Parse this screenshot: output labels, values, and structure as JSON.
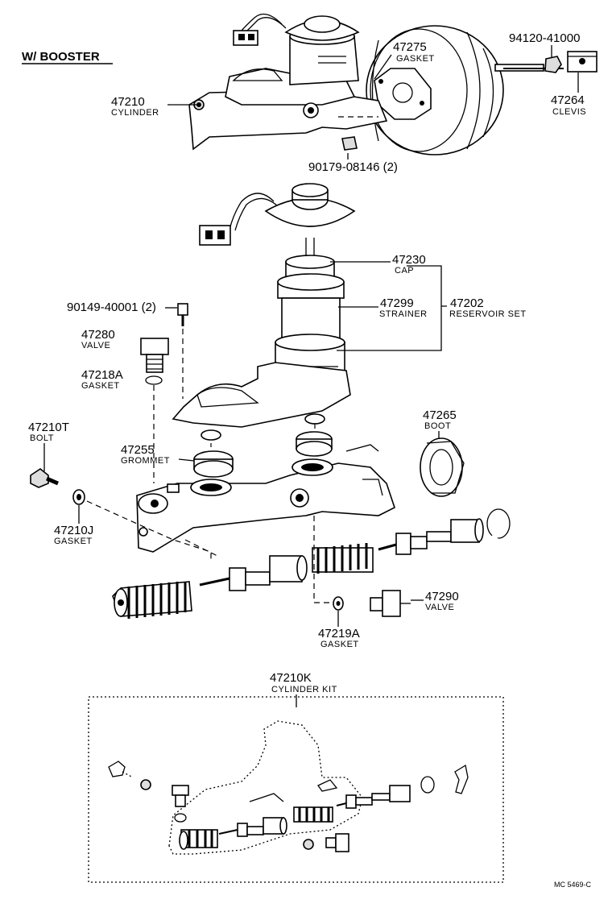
{
  "header": {
    "booster_label": "W/ BOOSTER"
  },
  "top": {
    "cylinder": {
      "number": "47210",
      "name": "CYLINDER"
    },
    "gasket": {
      "number": "47275",
      "name": "GASKET"
    },
    "nut": {
      "number": "94120-41000"
    },
    "clevis": {
      "number": "47264",
      "name": "CLEVIS"
    },
    "nut2": {
      "number": "90179-08146 (2)"
    }
  },
  "middle": {
    "cap": {
      "number": "47230",
      "name": "CAP"
    },
    "strainer": {
      "number": "47299",
      "name": "STRAINER"
    },
    "reservoir": {
      "number": "47202",
      "name": "RESERVOIR SET"
    },
    "screw": {
      "number": "90149-40001 (2)"
    },
    "valve1": {
      "number": "47280",
      "name": "VALVE"
    },
    "gasket1": {
      "number": "47218A",
      "name": "GASKET"
    },
    "bolt": {
      "number": "47210T",
      "name": "BOLT"
    },
    "grommet": {
      "number": "47255",
      "name": "GROMMET"
    },
    "boot": {
      "number": "47265",
      "name": "BOOT"
    },
    "gasket2": {
      "number": "47210J",
      "name": "GASKET"
    },
    "valve2": {
      "number": "47290",
      "name": "VALVE"
    },
    "gasket3": {
      "number": "47219A",
      "name": "GASKET"
    }
  },
  "kit": {
    "number": "47210K",
    "name": "CYLINDER KIT"
  },
  "footer": {
    "code": "MC  5469-C"
  }
}
